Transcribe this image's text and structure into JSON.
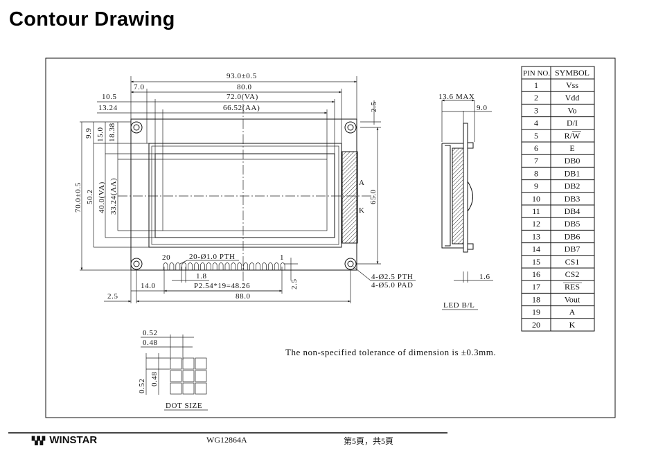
{
  "title": "Contour Drawing",
  "drawing": {
    "dims_top": [
      "93.0±0.5",
      "7.0",
      "80.0",
      "10.5",
      "72.0(VA)",
      "13.24",
      "66.52(AA)",
      "2.5"
    ],
    "dims_left": [
      "9.9",
      "15.0",
      "18.38",
      "70.0±0.5",
      "50.2",
      "40.0(VA)",
      "33.24(AA)"
    ],
    "dims_right": [
      "65.0",
      "A",
      "K"
    ],
    "dims_bottom": [
      "20",
      "20-Ø1.0 PTH",
      "1",
      "1.8",
      "14.0",
      "P2.54*19=48.26",
      "2.5",
      "2.5",
      "88.0"
    ],
    "hole_note": [
      "4-Ø2.5 PTH",
      "4-Ø5.0 PAD"
    ],
    "side_view": {
      "max": "13.6 MAX",
      "thickness": "9.0",
      "pcb": "1.6",
      "label": "LED B/L"
    },
    "dot_size": {
      "w1": "0.52",
      "w2": "0.48",
      "h1": "0.52",
      "h2": "0.48",
      "label": "DOT SIZE"
    },
    "tolerance_note": "The non-specified tolerance of dimension is  ±0.3mm."
  },
  "pin_table": {
    "headers": [
      "PIN NO.",
      "SYMBOL"
    ],
    "rows": [
      [
        "1",
        "Vss"
      ],
      [
        "2",
        "Vdd"
      ],
      [
        "3",
        "Vo"
      ],
      [
        "4",
        "D/I"
      ],
      [
        "5",
        "R/W"
      ],
      [
        "6",
        "E"
      ],
      [
        "7",
        "DB0"
      ],
      [
        "8",
        "DB1"
      ],
      [
        "9",
        "DB2"
      ],
      [
        "10",
        "DB3"
      ],
      [
        "11",
        "DB4"
      ],
      [
        "12",
        "DB5"
      ],
      [
        "13",
        "DB6"
      ],
      [
        "14",
        "DB7"
      ],
      [
        "15",
        "CS1"
      ],
      [
        "16",
        "CS2"
      ],
      [
        "17",
        "RES"
      ],
      [
        "18",
        "Vout"
      ],
      [
        "19",
        "A"
      ],
      [
        "20",
        "K"
      ]
    ]
  },
  "footer": {
    "brand": "WINSTAR",
    "model": "WG12864A",
    "page": "第5頁，共5頁"
  }
}
